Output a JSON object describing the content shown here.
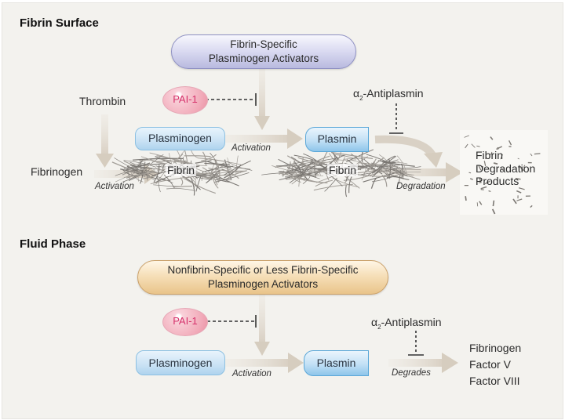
{
  "diagram": {
    "fibrin_surface": {
      "title": "Fibrin Surface",
      "activators": [
        "Fibrin-Specific",
        "Plasminogen Activators"
      ],
      "inhibitor_pai": "PAI-1",
      "thrombin": "Thrombin",
      "fibrinogen": "Fibrinogen",
      "activation_left": "Activation",
      "plasminogen": "Plasminogen",
      "fibrin_left": "Fibrin",
      "activation_mid": "Activation",
      "plasmin": "Plasmin",
      "fibrin_right": "Fibrin",
      "antiplasmin_alpha": "α",
      "antiplasmin_sub": "2",
      "antiplasmin_rest": "-Antiplasmin",
      "degradation": "Degradation",
      "products": [
        "Fibrin",
        "Degradation",
        "Products"
      ]
    },
    "fluid_phase": {
      "title": "Fluid Phase",
      "activators": [
        "Nonfibrin-Specific or Less Fibrin-Specific",
        "Plasminogen Activators"
      ],
      "inhibitor_pai": "PAI-1",
      "plasminogen": "Plasminogen",
      "activation": "Activation",
      "plasmin": "Plasmin",
      "antiplasmin_alpha": "α",
      "antiplasmin_sub": "2",
      "antiplasmin_rest": "-Antiplasmin",
      "degrades": "Degrades",
      "targets": [
        "Fibrinogen",
        "Factor V",
        "Factor VIII"
      ]
    },
    "colors": {
      "arrow": "#d9d3c9",
      "activator_fibrin": "#c8c9e6",
      "activator_fluid": "#f1d3a2",
      "enzyme_box": "#c4e0f4",
      "pai": "#f1a9b8",
      "pai_text": "#d6336c"
    }
  }
}
